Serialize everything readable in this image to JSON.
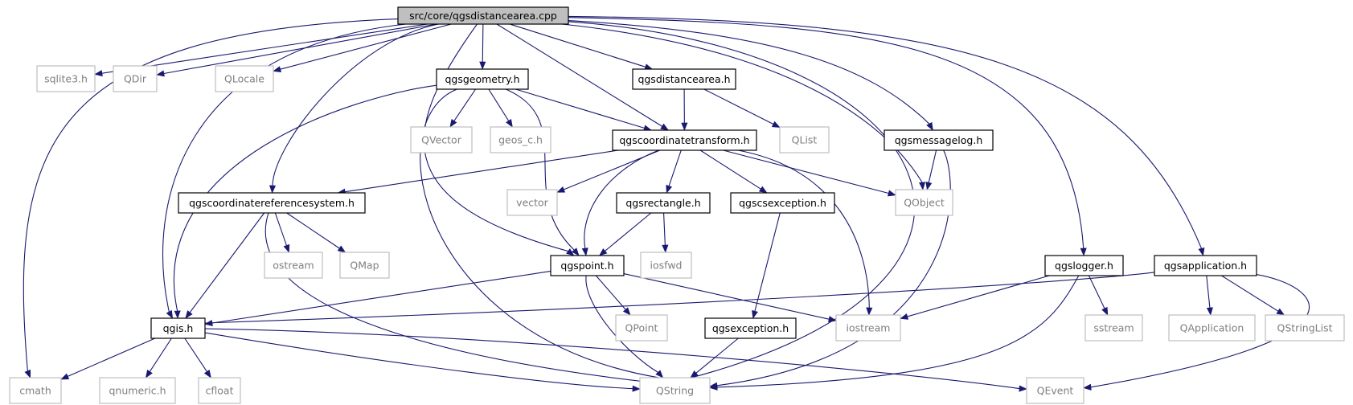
{
  "graph": {
    "root": "src/core/qgsdistancearea.cpp",
    "nodes": [
      {
        "id": "root",
        "label": "src/core/qgsdistancearea.cpp",
        "kind": "root"
      },
      {
        "id": "sqlite3",
        "label": "sqlite3.h",
        "kind": "external"
      },
      {
        "id": "qdir",
        "label": "QDir",
        "kind": "external"
      },
      {
        "id": "qlocale",
        "label": "QLocale",
        "kind": "external"
      },
      {
        "id": "qgsgeometry",
        "label": "qgsgeometry.h",
        "kind": "internal"
      },
      {
        "id": "qgsdistancearea",
        "label": "qgsdistancearea.h",
        "kind": "internal"
      },
      {
        "id": "qvector",
        "label": "QVector",
        "kind": "external"
      },
      {
        "id": "geos",
        "label": "geos_c.h",
        "kind": "external"
      },
      {
        "id": "qgscoordinatetransform",
        "label": "qgscoordinatetransform.h",
        "kind": "internal"
      },
      {
        "id": "qlist",
        "label": "QList",
        "kind": "external"
      },
      {
        "id": "qgsmessagelog",
        "label": "qgsmessagelog.h",
        "kind": "internal"
      },
      {
        "id": "qgscrs",
        "label": "qgscoordinatereferencesystem.h",
        "kind": "internal"
      },
      {
        "id": "vector",
        "label": "vector",
        "kind": "external"
      },
      {
        "id": "qgsrectangle",
        "label": "qgsrectangle.h",
        "kind": "internal"
      },
      {
        "id": "qgscsexception",
        "label": "qgscsexception.h",
        "kind": "internal"
      },
      {
        "id": "qobject",
        "label": "QObject",
        "kind": "external"
      },
      {
        "id": "ostream",
        "label": "ostream",
        "kind": "external"
      },
      {
        "id": "qmap",
        "label": "QMap",
        "kind": "external"
      },
      {
        "id": "iosfwd",
        "label": "iosfwd",
        "kind": "external"
      },
      {
        "id": "qgspoint",
        "label": "qgspoint.h",
        "kind": "internal"
      },
      {
        "id": "qgslogger",
        "label": "qgslogger.h",
        "kind": "internal"
      },
      {
        "id": "qgsapplication",
        "label": "qgsapplication.h",
        "kind": "internal"
      },
      {
        "id": "qgis",
        "label": "qgis.h",
        "kind": "internal"
      },
      {
        "id": "qpoint",
        "label": "QPoint",
        "kind": "external"
      },
      {
        "id": "qgsexception",
        "label": "qgsexception.h",
        "kind": "internal"
      },
      {
        "id": "iostream",
        "label": "iostream",
        "kind": "external"
      },
      {
        "id": "sstream",
        "label": "sstream",
        "kind": "external"
      },
      {
        "id": "qapplication",
        "label": "QApplication",
        "kind": "external"
      },
      {
        "id": "qstringlist",
        "label": "QStringList",
        "kind": "external"
      },
      {
        "id": "cmath",
        "label": "cmath",
        "kind": "external"
      },
      {
        "id": "qnumeric",
        "label": "qnumeric.h",
        "kind": "external"
      },
      {
        "id": "cfloat",
        "label": "cfloat",
        "kind": "external"
      },
      {
        "id": "qstring",
        "label": "QString",
        "kind": "external"
      },
      {
        "id": "qevent",
        "label": "QEvent",
        "kind": "external"
      }
    ],
    "edges": [
      [
        "root",
        "cmath"
      ],
      [
        "root",
        "sqlite3"
      ],
      [
        "root",
        "qdir"
      ],
      [
        "root",
        "qlocale"
      ],
      [
        "root",
        "qgis"
      ],
      [
        "root",
        "qgscrs"
      ],
      [
        "root",
        "qgspoint"
      ],
      [
        "root",
        "qgsgeometry"
      ],
      [
        "root",
        "qgscoordinatetransform"
      ],
      [
        "root",
        "qgsdistancearea"
      ],
      [
        "root",
        "qobject"
      ],
      [
        "root",
        "qstring"
      ],
      [
        "root",
        "qgsmessagelog"
      ],
      [
        "root",
        "qgslogger"
      ],
      [
        "root",
        "qgsapplication"
      ],
      [
        "qgsgeometry",
        "qgis"
      ],
      [
        "qgsgeometry",
        "qstring"
      ],
      [
        "qgsgeometry",
        "qvector"
      ],
      [
        "qgsgeometry",
        "geos"
      ],
      [
        "qgsgeometry",
        "qgspoint"
      ],
      [
        "qgsgeometry",
        "qgscoordinatetransform"
      ],
      [
        "qgsdistancearea",
        "qgscoordinatetransform"
      ],
      [
        "qgsdistancearea",
        "qlist"
      ],
      [
        "qgscoordinatetransform",
        "qgscrs"
      ],
      [
        "qgscoordinatetransform",
        "vector"
      ],
      [
        "qgscoordinatetransform",
        "qgspoint"
      ],
      [
        "qgscoordinatetransform",
        "qgsrectangle"
      ],
      [
        "qgscoordinatetransform",
        "qgscsexception"
      ],
      [
        "qgscoordinatetransform",
        "qobject"
      ],
      [
        "qgscoordinatetransform",
        "iostream"
      ],
      [
        "qgsmessagelog",
        "qobject"
      ],
      [
        "qgsmessagelog",
        "qstring"
      ],
      [
        "qgscrs",
        "qgis"
      ],
      [
        "qgscrs",
        "qstring"
      ],
      [
        "qgscrs",
        "ostream"
      ],
      [
        "qgscrs",
        "qmap"
      ],
      [
        "qgsrectangle",
        "qgspoint"
      ],
      [
        "qgsrectangle",
        "iosfwd"
      ],
      [
        "qgscsexception",
        "qgsexception"
      ],
      [
        "qgspoint",
        "qgis"
      ],
      [
        "qgspoint",
        "qstring"
      ],
      [
        "qgspoint",
        "qpoint"
      ],
      [
        "qgspoint",
        "iostream"
      ],
      [
        "qgslogger",
        "iostream"
      ],
      [
        "qgslogger",
        "sstream"
      ],
      [
        "qgslogger",
        "qstring"
      ],
      [
        "qgsapplication",
        "qgis"
      ],
      [
        "qgsapplication",
        "qapplication"
      ],
      [
        "qgsapplication",
        "qstringlist"
      ],
      [
        "qgsapplication",
        "qevent"
      ],
      [
        "qgis",
        "cmath"
      ],
      [
        "qgis",
        "qnumeric"
      ],
      [
        "qgis",
        "cfloat"
      ],
      [
        "qgis",
        "qstring"
      ],
      [
        "qgis",
        "qevent"
      ],
      [
        "qgsexception",
        "qstring"
      ]
    ]
  },
  "colors": {
    "edge": "#191970",
    "internal_border": "#000000",
    "external_border": "#bfbfbf",
    "root_fill": "#bfbfbf",
    "internal_text": "#000000",
    "external_text": "#7f7f7f"
  }
}
